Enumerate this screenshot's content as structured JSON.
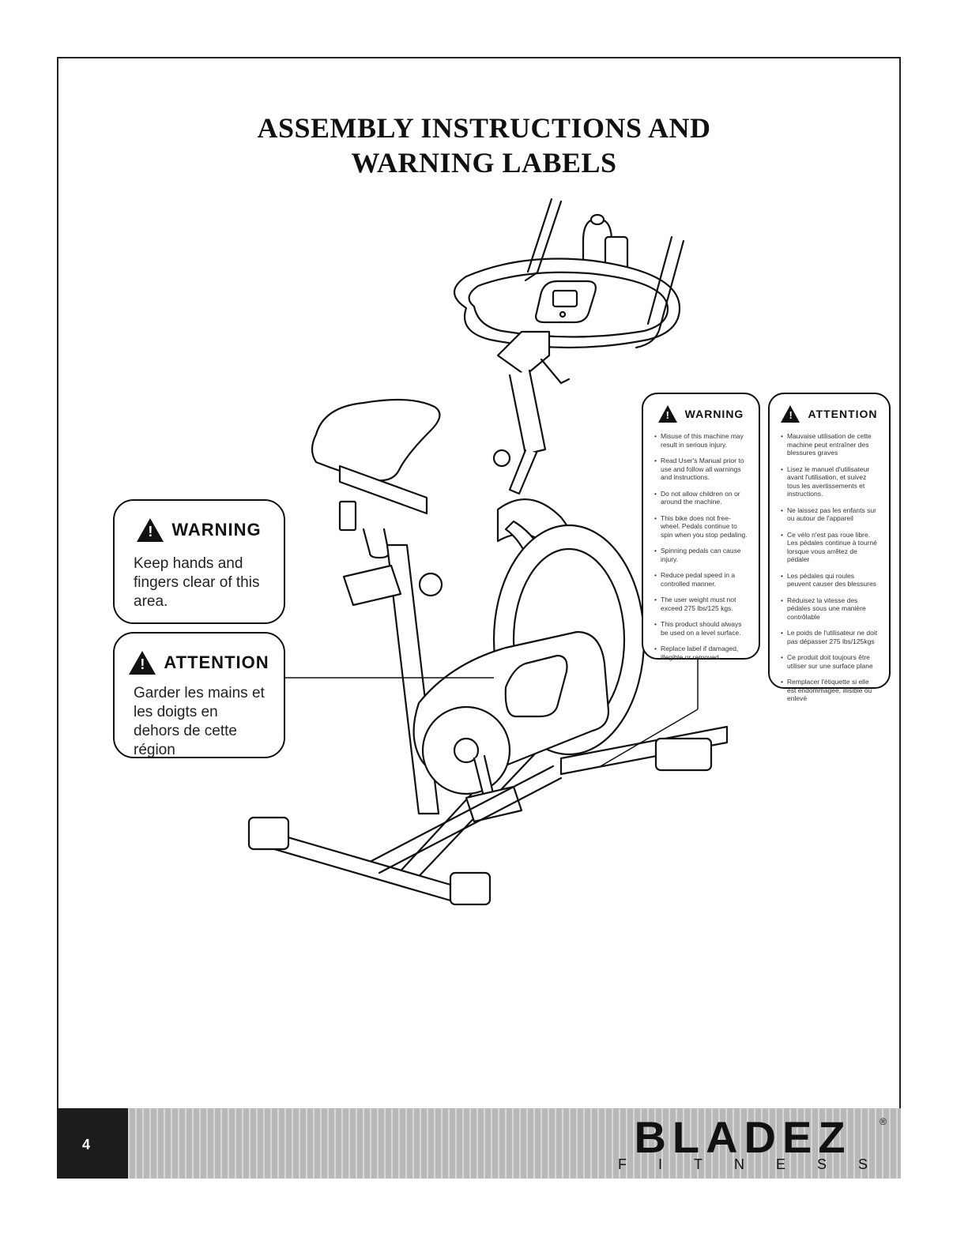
{
  "title": {
    "line1": "ASSEMBLY INSTRUCTIONS AND",
    "line2": "WARNING LABELS"
  },
  "left_warning": {
    "heading": "WARNING",
    "text": "Keep hands and fingers clear of this area."
  },
  "left_attention": {
    "heading": "ATTENTION",
    "text": "Garder les mains et les doigts en dehors de cette région"
  },
  "right_warning": {
    "heading": "WARNING",
    "items": [
      "Misuse of this machine may result in serious injury.",
      "Read User's Manual prior to use and follow all warnings and instructions.",
      "Do not allow children on or around the machine.",
      "This bike does not free-wheel. Pedals continue to spin when you stop pedaling.",
      "Spinning pedals can cause injury.",
      "Reduce pedal speed in a controlled manner.",
      "The user weight must not exceed 275 lbs/125 kgs.",
      "This product should always be used on a level surface.",
      "Replace label if damaged, illegible or removed."
    ]
  },
  "right_attention": {
    "heading": "ATTENTION",
    "items": [
      "Mauvaise utilisation de cette machine peut entraîner des blessures graves",
      "Lisez le manuel d'utilisateur avant l'utilisation, et suivez tous les avertissements et instructions.",
      "Ne laissez pas les enfants sur ou autour de l'appareil",
      "Ce vélo n'est pas roue libre. Les pédales continue à tourné lorsque vous arrêtez de pédaler",
      "Les pédales qui roules peuvent causer des blessures",
      "Réduisez la vitesse des pédales sous une manière contrôlable",
      "Le poids de l'utilisateur ne doit pas dépasser 275 lbs/125kgs",
      "Ce produit doit toujours être utiliser sur une surface plane",
      "Remplacer l'étiquette si elle est endommagée, illisible ou enlevé"
    ]
  },
  "footer": {
    "page_number": "4",
    "brand": "BLADEZ",
    "brand_sub": "FITNESS",
    "reg_mark": "®"
  }
}
